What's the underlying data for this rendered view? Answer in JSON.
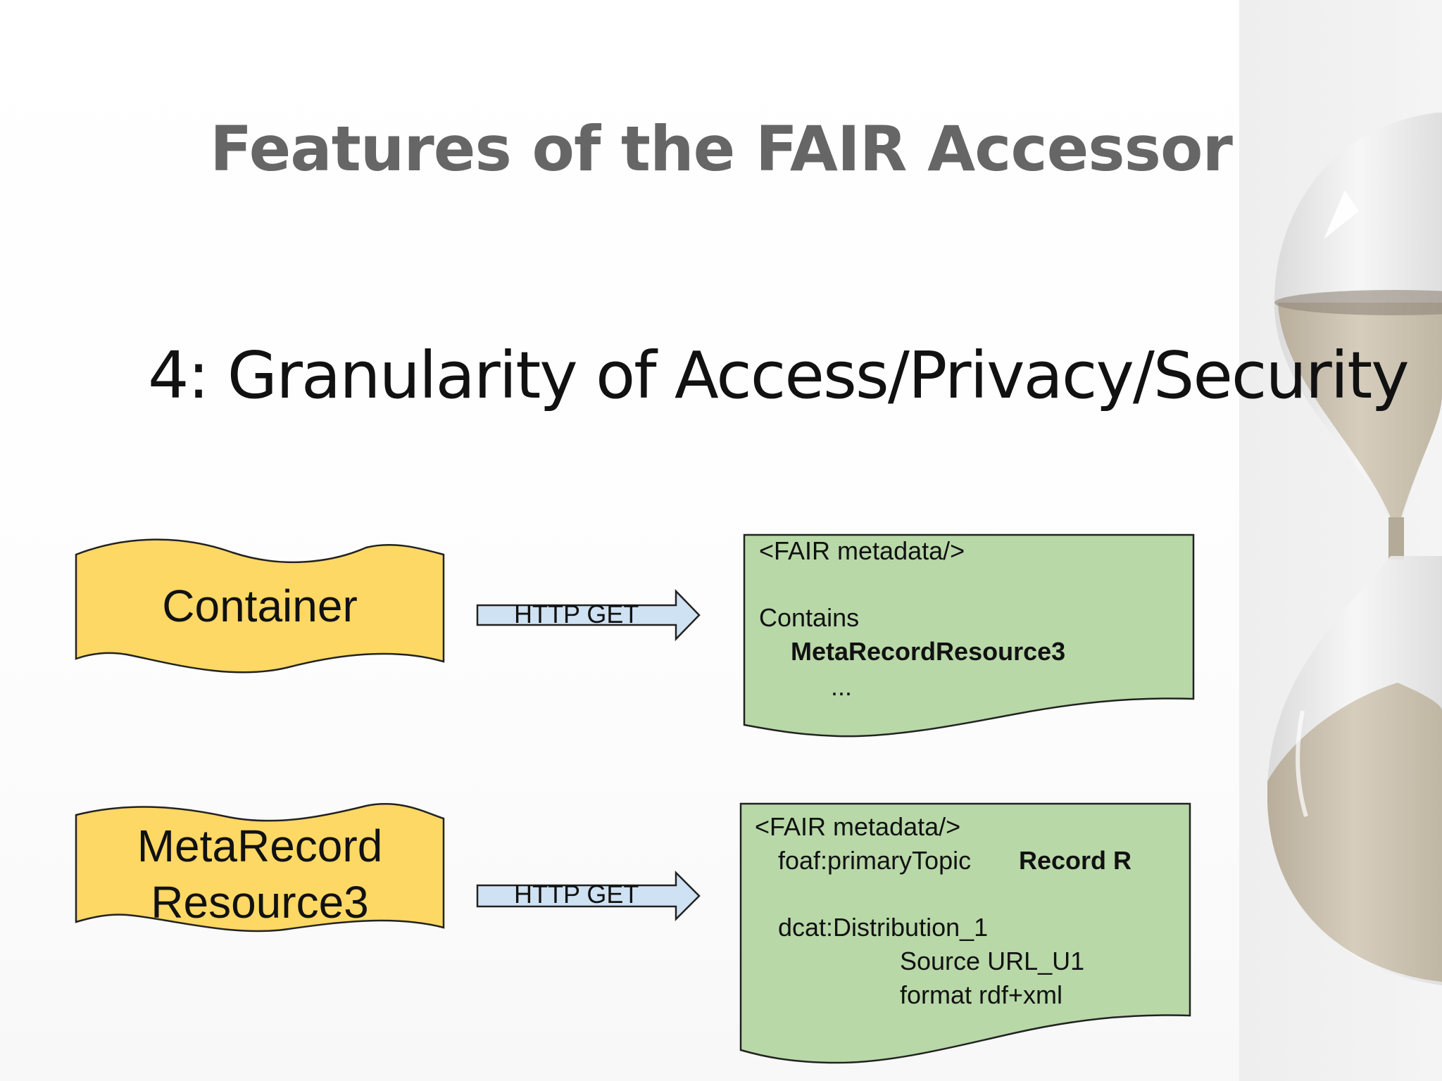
{
  "slide": {
    "title": "Features of the FAIR Accessor",
    "subtitle": "4:  Granularity of Access/Privacy/Security"
  },
  "colors": {
    "yellow_fill": "#fdd864",
    "green_fill": "#b8d8a8",
    "arrow_fill": "#cfe2f3",
    "title_gray": "#666666"
  },
  "row1": {
    "source_label": "Container",
    "arrow_label": "HTTP GET",
    "doc": {
      "line1": "<FAIR metadata/>",
      "line2": "Contains",
      "line3": "MetaRecordResource3",
      "line4": "..."
    }
  },
  "row2": {
    "source_line1": "MetaRecord",
    "source_line2": "Resource3",
    "arrow_label": "HTTP GET",
    "doc": {
      "line1": "<FAIR metadata/>",
      "line2_label": "foaf:primaryTopic",
      "line2_value": "Record R",
      "line3": "dcat:Distribution_1",
      "line4": "Source URL_U1",
      "line5": "format  rdf+xml"
    }
  },
  "decor": {
    "image_icon": "hourglass-icon"
  }
}
